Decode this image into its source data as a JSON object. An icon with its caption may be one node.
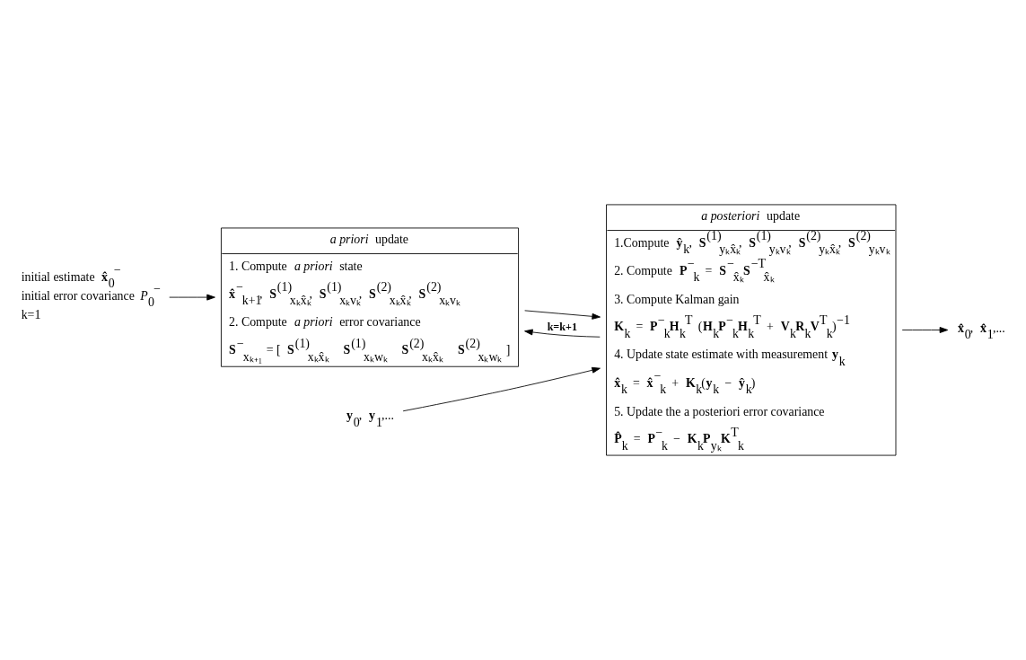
{
  "diagram": {
    "nodes": [
      {
        "text": [
          "initial estimate **x̂**$_{0}$$^{−}$",
          "initial error covariance *P*$_{0}$$^{−}$",
          "k=1"
        ]
      },
      {
        "text": [
          "*a priori* update",
          "1. Compute *a priori* state",
          "**x̂**$^{−}$$_{k+1}$, **S**$^{(1)}$$_{xₖx̂ₖ}$, **S**$^{(1)}$$_{xₖvₖ}$, **S**$^{(2)}$$_{xₖx̂ₖ}$, **S**$^{(2)}$$_{xₖvₖ}$",
          "2. Compute *a priori* error covariance",
          "**S**$^{−}$$_{xₖ₊₁}$ = [ **S**$^{(1)}$$_{xₖx̂ₖ}$   **S**$^{(1)}$$_{xₖwₖ}$   **S**$^{(2)}$$_{xₖx̂ₖ}$   **S**$^{(2)}$$_{xₖwₖ}$ ]"
        ]
      },
      {
        "text": [
          "*a posteriori* update",
          "1.Compute **ŷ**$_{k}$, **S**$^{(1)}$$_{yₖx̂ₖ}$, **S**$^{(1)}$$_{yₖvₖ}$, **S**$^{(2)}$$_{yₖx̂ₖ}$, **S**$^{(2)}$$_{yₖvₖ}$",
          "2. Compute **P**$^{−}$$_{k}$ = **S**$^{−}$$_{x̂ₖ}$**S**$^{−T}$$_{x̂ₖ}$",
          "3. Compute Kalman gain",
          "**K**$_{k}$ = **P**$^{−}$$_{k}$**H**$_{k}$$^{T}$ (**H**$_{k}$**P**$^{−}$$_{k}$**H**$_{k}$$^{T}$ + **V**$_{k}$**R**$_{k}$**V**$^{T}$$_{k}$)$^{−1}$",
          "4. Update state estimate with measurement **y**$_{k}$",
          "**x̂**$_{k}$ = **x̂**$^{−}$$_{k}$ + **K**$_{k}$(**y**$_{k}$ − **ŷ**$_{k}$)",
          "5. Update the a posteriori error covariance",
          "**P̂**$_{k}$ = **P**$^{−}$$_{k}$ − **K**$_{k}$**P**$_{yₖ}$**K**$^{T}$$_{k}$"
        ]
      },
      {
        "text": [
          "**y**$_{0}$, **y**$_{1}$,..."
        ]
      },
      {
        "text": [
          "**x̂**$_{0}$, **x̂**$_{1}$,..."
        ]
      }
    ],
    "edges": [
      {
        "from": 0,
        "to": 1,
        "arrow": "to"
      },
      {
        "from": 1,
        "to": 2,
        "arrow": "to"
      },
      {
        "from": 2,
        "to": 1,
        "arrow": "to",
        "label": "k=k+1"
      },
      {
        "from": 3,
        "to": 2,
        "arrow": "to"
      },
      {
        "from": 2,
        "to": 4,
        "arrow": "to"
      }
    ]
  }
}
